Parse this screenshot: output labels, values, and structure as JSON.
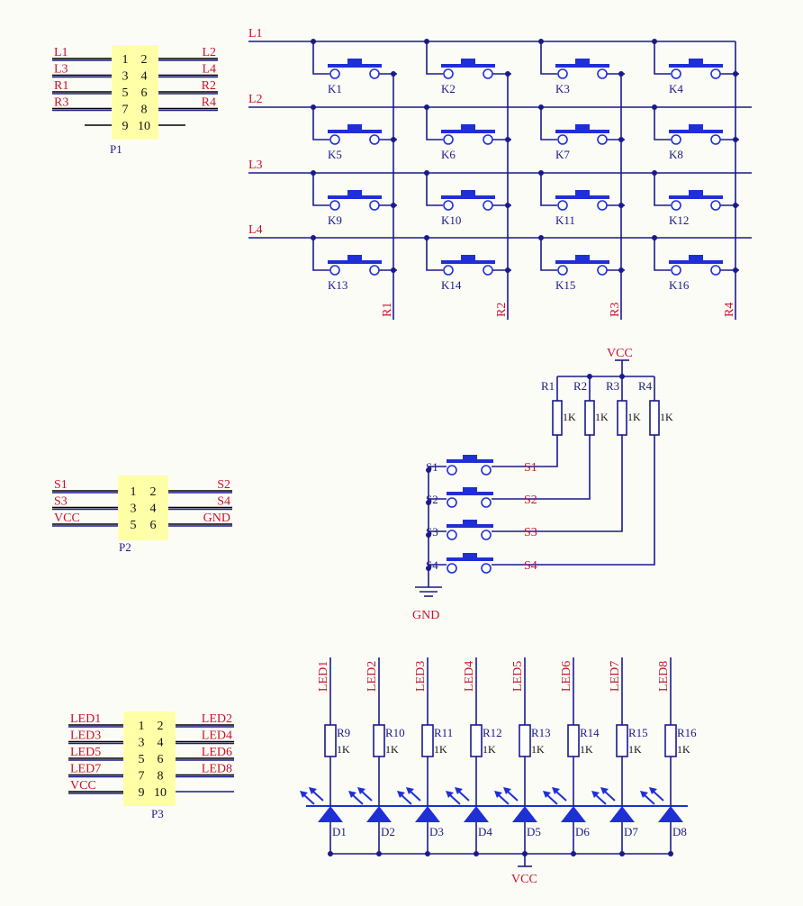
{
  "p1": {
    "designator": "P1",
    "pins": [
      [
        "1",
        "2"
      ],
      [
        "3",
        "4"
      ],
      [
        "5",
        "6"
      ],
      [
        "7",
        "8"
      ],
      [
        "9",
        "10"
      ]
    ],
    "left_nets": [
      "L1",
      "L3",
      "R1",
      "R3",
      ""
    ],
    "right_nets": [
      "L2",
      "L4",
      "R2",
      "R4",
      ""
    ]
  },
  "matrix": {
    "row_nets": [
      "L1",
      "L2",
      "L3",
      "L4"
    ],
    "col_nets": [
      "R1",
      "R2",
      "R3",
      "R4"
    ],
    "keys": [
      "K1",
      "K2",
      "K3",
      "K4",
      "K5",
      "K6",
      "K7",
      "K8",
      "K9",
      "K10",
      "K11",
      "K12",
      "K13",
      "K14",
      "K15",
      "K16"
    ]
  },
  "p2": {
    "designator": "P2",
    "pins": [
      [
        "1",
        "2"
      ],
      [
        "3",
        "4"
      ],
      [
        "5",
        "6"
      ]
    ],
    "left_nets": [
      "S1",
      "S3",
      "VCC"
    ],
    "right_nets": [
      "S2",
      "S4",
      "GND"
    ]
  },
  "buttons": {
    "vcc": "VCC",
    "gnd": "GND",
    "switches": [
      "S1",
      "S2",
      "S3",
      "S4"
    ],
    "nets": [
      "S1",
      "S2",
      "S3",
      "S4"
    ],
    "resistors": [
      "R1",
      "R2",
      "R3",
      "R4"
    ],
    "values": [
      "1K",
      "1K",
      "1K",
      "1K"
    ]
  },
  "p3": {
    "designator": "P3",
    "pins": [
      [
        "1",
        "2"
      ],
      [
        "3",
        "4"
      ],
      [
        "5",
        "6"
      ],
      [
        "7",
        "8"
      ],
      [
        "9",
        "10"
      ]
    ],
    "left_nets": [
      "LED1",
      "LED3",
      "LED5",
      "LED7",
      "VCC"
    ],
    "right_nets": [
      "LED2",
      "LED4",
      "LED6",
      "LED8",
      ""
    ]
  },
  "leds": {
    "vcc": "VCC",
    "nets": [
      "LED1",
      "LED2",
      "LED3",
      "LED4",
      "LED5",
      "LED6",
      "LED7",
      "LED8"
    ],
    "resistors": [
      "R9",
      "R10",
      "R11",
      "R12",
      "R13",
      "R14",
      "R15",
      "R16"
    ],
    "values": [
      "1K",
      "1K",
      "1K",
      "1K",
      "1K",
      "1K",
      "1K",
      "1K"
    ],
    "diodes": [
      "D1",
      "D2",
      "D3",
      "D4",
      "D5",
      "D6",
      "D7",
      "D8"
    ]
  },
  "colors": {
    "net_label": "#c8102e",
    "wire": "#1a1a8c",
    "switch": "#1f2fd6",
    "header": "#ffffa8"
  }
}
